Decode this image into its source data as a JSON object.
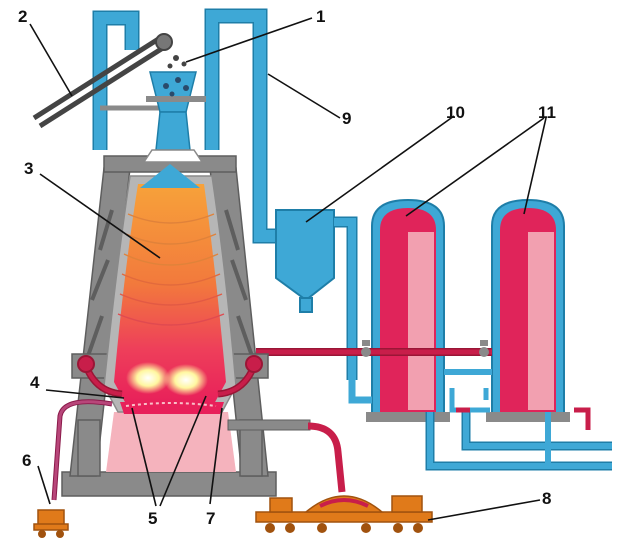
{
  "diagram": {
    "labels": [
      {
        "id": "charging-hopper",
        "text": "1"
      },
      {
        "id": "skip-hoist",
        "text": "2"
      },
      {
        "id": "furnace-shaft",
        "text": "3"
      },
      {
        "id": "tuyere-zone",
        "text": "4"
      },
      {
        "id": "slag-hearth",
        "text": "5"
      },
      {
        "id": "slag-ladle",
        "text": "6"
      },
      {
        "id": "iron-taphole",
        "text": "7"
      },
      {
        "id": "iron-ladle-car",
        "text": "8"
      },
      {
        "id": "gas-uptake",
        "text": "9"
      },
      {
        "id": "dust-catcher",
        "text": "10"
      },
      {
        "id": "hot-blast-stoves",
        "text": "11"
      }
    ],
    "colors": {
      "pipe": "#3ea8d6",
      "steel": "#8a8a8a",
      "stove": "#e0245a",
      "stove_inner": "#f2a0b0",
      "hot_blast": "#c81e4a",
      "hearth": "#f5b3bd",
      "ladle": "#e07a1a"
    }
  }
}
